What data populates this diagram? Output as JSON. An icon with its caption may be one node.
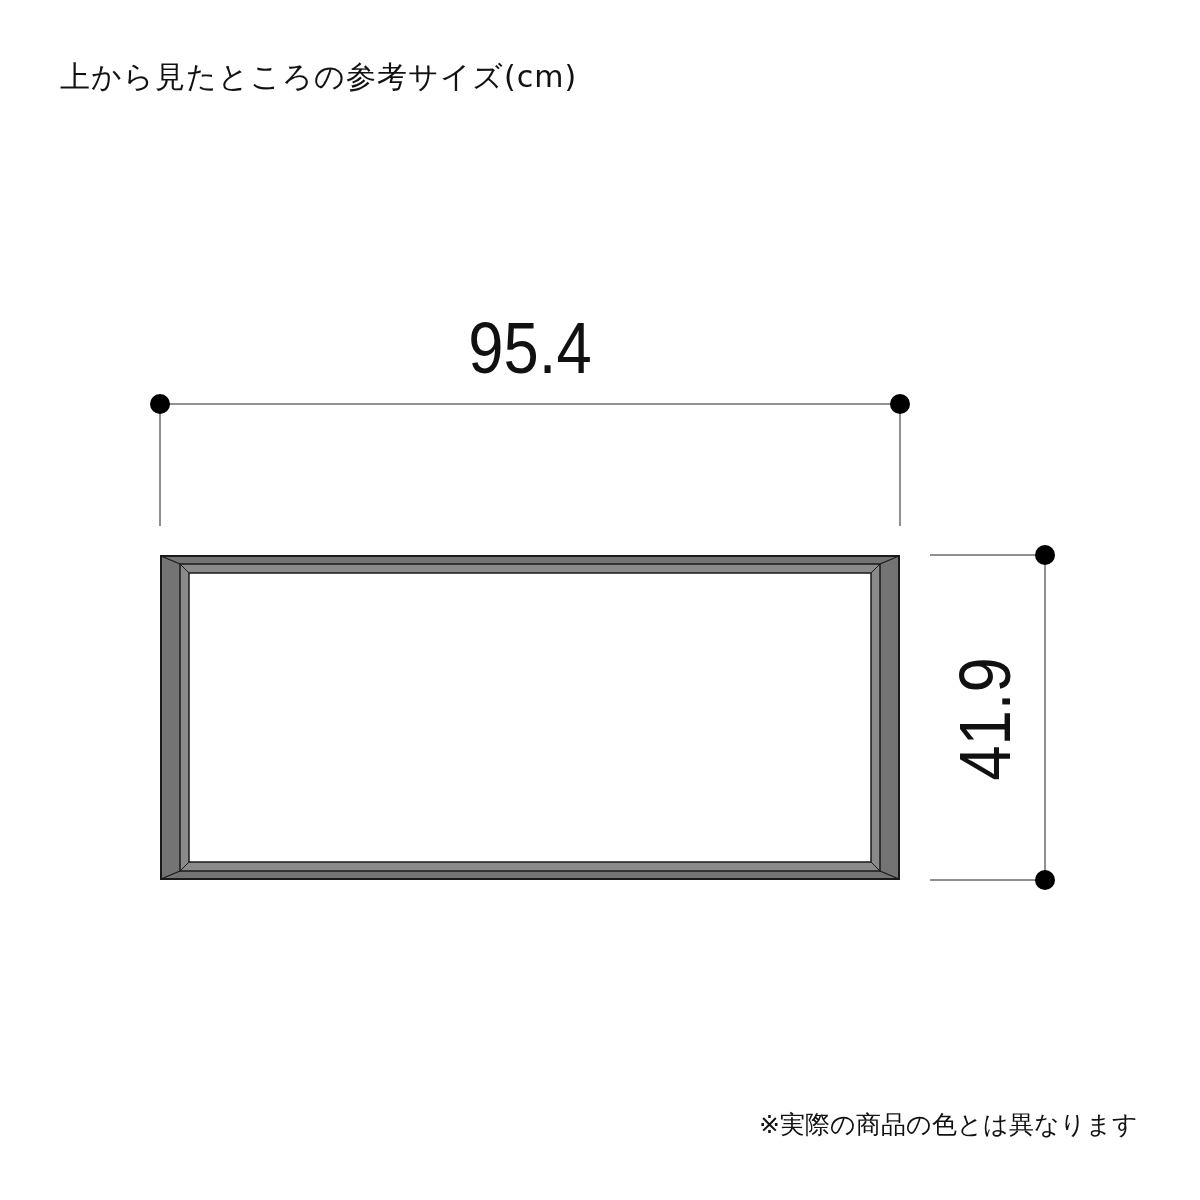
{
  "diagram": {
    "title": "上から見たところの参考サイズ(cm)",
    "labels": [
      "95.4",
      "41.9",
      "※実際の商品の色とは異なります"
    ]
  }
}
